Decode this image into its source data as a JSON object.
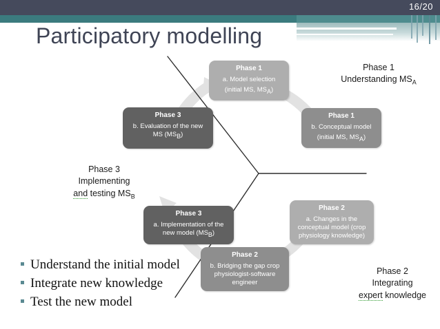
{
  "header": {
    "slide_number": "16/20",
    "accent_dark": "#454A5C",
    "accent_teal": "#3B7B7E"
  },
  "title": "Participatory modelling",
  "diagram": {
    "nodes": [
      {
        "id": "p1a",
        "title": "Phase 1",
        "line2": "a. Model selection",
        "line3_pre": "(initial MS, MS",
        "line3_sub": "A",
        "line3_post": ")",
        "tone": "light"
      },
      {
        "id": "p1b",
        "title": "Phase 1",
        "line2": "b. Conceptual model",
        "line3_pre": "(initial MS, MS",
        "line3_sub": "A",
        "line3_post": ")",
        "tone": "mid"
      },
      {
        "id": "p2a",
        "title": "Phase 2",
        "line2": "a. Changes in the conceptual model (crop physiology knowledge)",
        "line3_pre": "",
        "line3_sub": "",
        "line3_post": "",
        "tone": "light"
      },
      {
        "id": "p2b",
        "title": "Phase 2",
        "line2": "b. Bridging the gap  crop physiologist-software engineer",
        "line3_pre": "",
        "line3_sub": "",
        "line3_post": "",
        "tone": "mid"
      },
      {
        "id": "p3a",
        "title": "Phase 3",
        "line2": "a. Implementation of the new model (MS",
        "line3_pre": "",
        "line3_sub": "B",
        "line3_post": ")",
        "tone": "dark"
      },
      {
        "id": "p3b",
        "title": "Phase 3",
        "line2": "b. Evaluation of the new MS (MS",
        "line3_pre": "",
        "line3_sub": "B",
        "line3_post": ")",
        "tone": "dark"
      }
    ],
    "outer_labels": {
      "phase1": {
        "l1": "Phase 1",
        "l2": "Understanding MS",
        "l2_sub": "A"
      },
      "phase2": {
        "l1": "Phase 2",
        "l2": "Integrating",
        "l3_spell": "expert",
        "l3_rest": " knowledge"
      },
      "phase3": {
        "l1": "Phase 3",
        "l2": "Implementing",
        "l3_spell": "and",
        "l3_rest": " testing MS",
        "l3_sub": "B"
      }
    }
  },
  "bullets": [
    "Understand the initial model",
    "Integrate new knowledge",
    "Test the new model"
  ]
}
